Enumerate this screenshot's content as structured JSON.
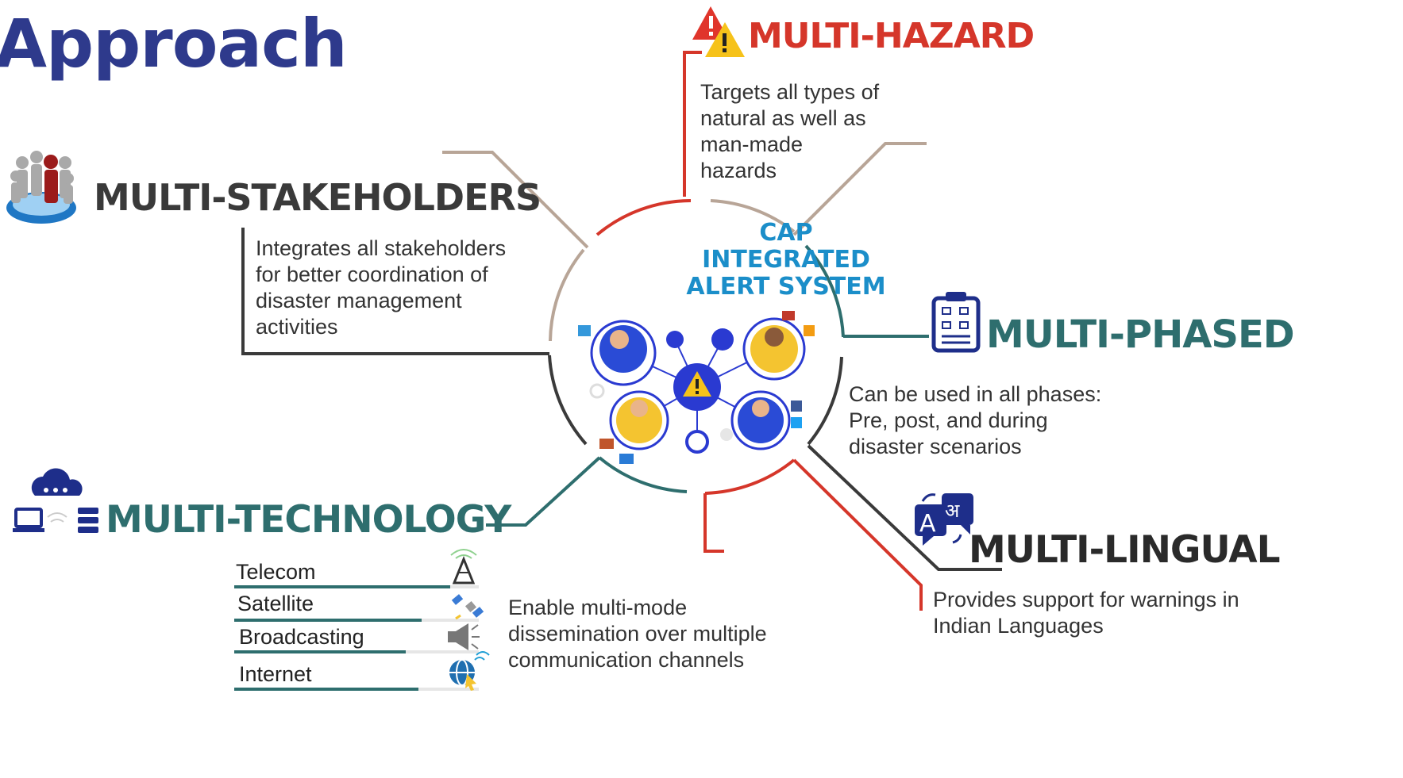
{
  "page_title": "Approach",
  "center": {
    "lines": [
      "CAP",
      "INTEGRATED",
      "ALERT SYSTEM"
    ]
  },
  "hazard": {
    "heading": "MULTI-HAZARD",
    "lines": [
      "Targets all types of",
      "natural as well as",
      "man-made",
      "hazards"
    ],
    "color": "#d5362a"
  },
  "stakeholders": {
    "heading": "MULTI-STAKEHOLDERS",
    "lines": [
      "Integrates all stakeholders",
      "for better coordination of",
      "disaster management",
      "activities"
    ],
    "color": "#3a3a3a"
  },
  "phased": {
    "heading": "MULTI-PHASED",
    "lines": [
      "Can be used in all phases:",
      "Pre, post, and during",
      "disaster scenarios"
    ],
    "color": "#2e6e6e"
  },
  "technology": {
    "heading": "MULTI-TECHNOLOGY",
    "channels": [
      "Telecom",
      "Satellite",
      "Broadcasting",
      "Internet"
    ],
    "lines": [
      "Enable multi-mode",
      "dissemination over multiple",
      "communication channels"
    ],
    "color": "#2e6e6e"
  },
  "lingual": {
    "heading": "MULTI-LINGUAL",
    "lines": [
      "Provides support for warnings in",
      "Indian Languages"
    ],
    "color": "#2a2a2a"
  },
  "colors": {
    "title": "#2e3a8c",
    "cap": "#1b8ec9",
    "accent_red": "#d5362a",
    "teal": "#2e6e6e",
    "tan": "#b8a597"
  },
  "icons": [
    "people-group-icon",
    "warning-triangle-icon",
    "clipboard-flow-icon",
    "cloud-network-icon",
    "translate-icon",
    "tower-icon",
    "satellite-icon",
    "megaphone-icon",
    "globe-icon"
  ]
}
